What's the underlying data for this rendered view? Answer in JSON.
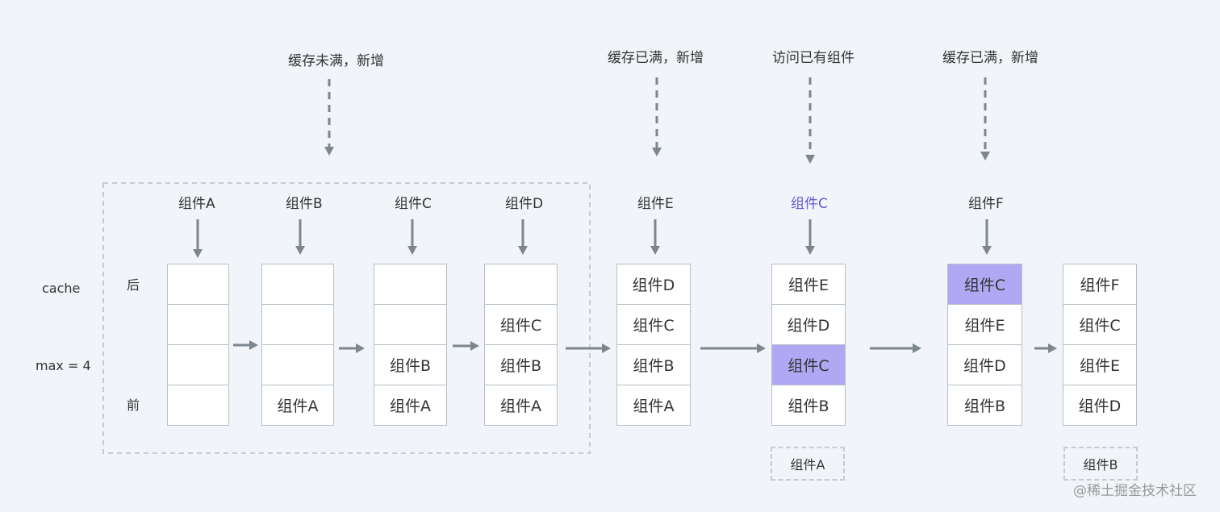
{
  "side_labels": {
    "cache": "cache",
    "max": "max = 4",
    "back": "后",
    "front": "前"
  },
  "captions": [
    "缓存未满，新增",
    "缓存已满，新增",
    "访问已有组件",
    "缓存已满，新增"
  ],
  "incoming": [
    "组件A",
    "组件B",
    "组件C",
    "组件D",
    "组件E",
    "组件C",
    "组件F"
  ],
  "stacks": [
    {
      "cells": [
        "",
        "",
        "",
        ""
      ],
      "highlight": -1
    },
    {
      "cells": [
        "",
        "",
        "",
        "组件A"
      ],
      "highlight": -1
    },
    {
      "cells": [
        "",
        "",
        "组件B",
        "组件A"
      ],
      "highlight": -1
    },
    {
      "cells": [
        "",
        "组件C",
        "组件B",
        "组件A"
      ],
      "highlight": -1
    },
    {
      "cells": [
        "组件D",
        "组件C",
        "组件B",
        "组件A"
      ],
      "highlight": -1
    },
    {
      "cells": [
        "组件E",
        "组件D",
        "组件C",
        "组件B"
      ],
      "highlight": 2
    },
    {
      "cells": [
        "组件C",
        "组件E",
        "组件D",
        "组件B"
      ],
      "highlight": 0
    },
    {
      "cells": [
        "组件F",
        "组件C",
        "组件E",
        "组件D"
      ],
      "highlight": -1
    }
  ],
  "evicted": [
    "组件A",
    "组件B"
  ],
  "watermark": "@稀土掘金技术社区",
  "colors": {
    "arrow": "#7d868e",
    "dash_border": "#c5ccd2",
    "highlight_fill": "#b1a8f3",
    "highlight_text": "#6b57d6"
  }
}
